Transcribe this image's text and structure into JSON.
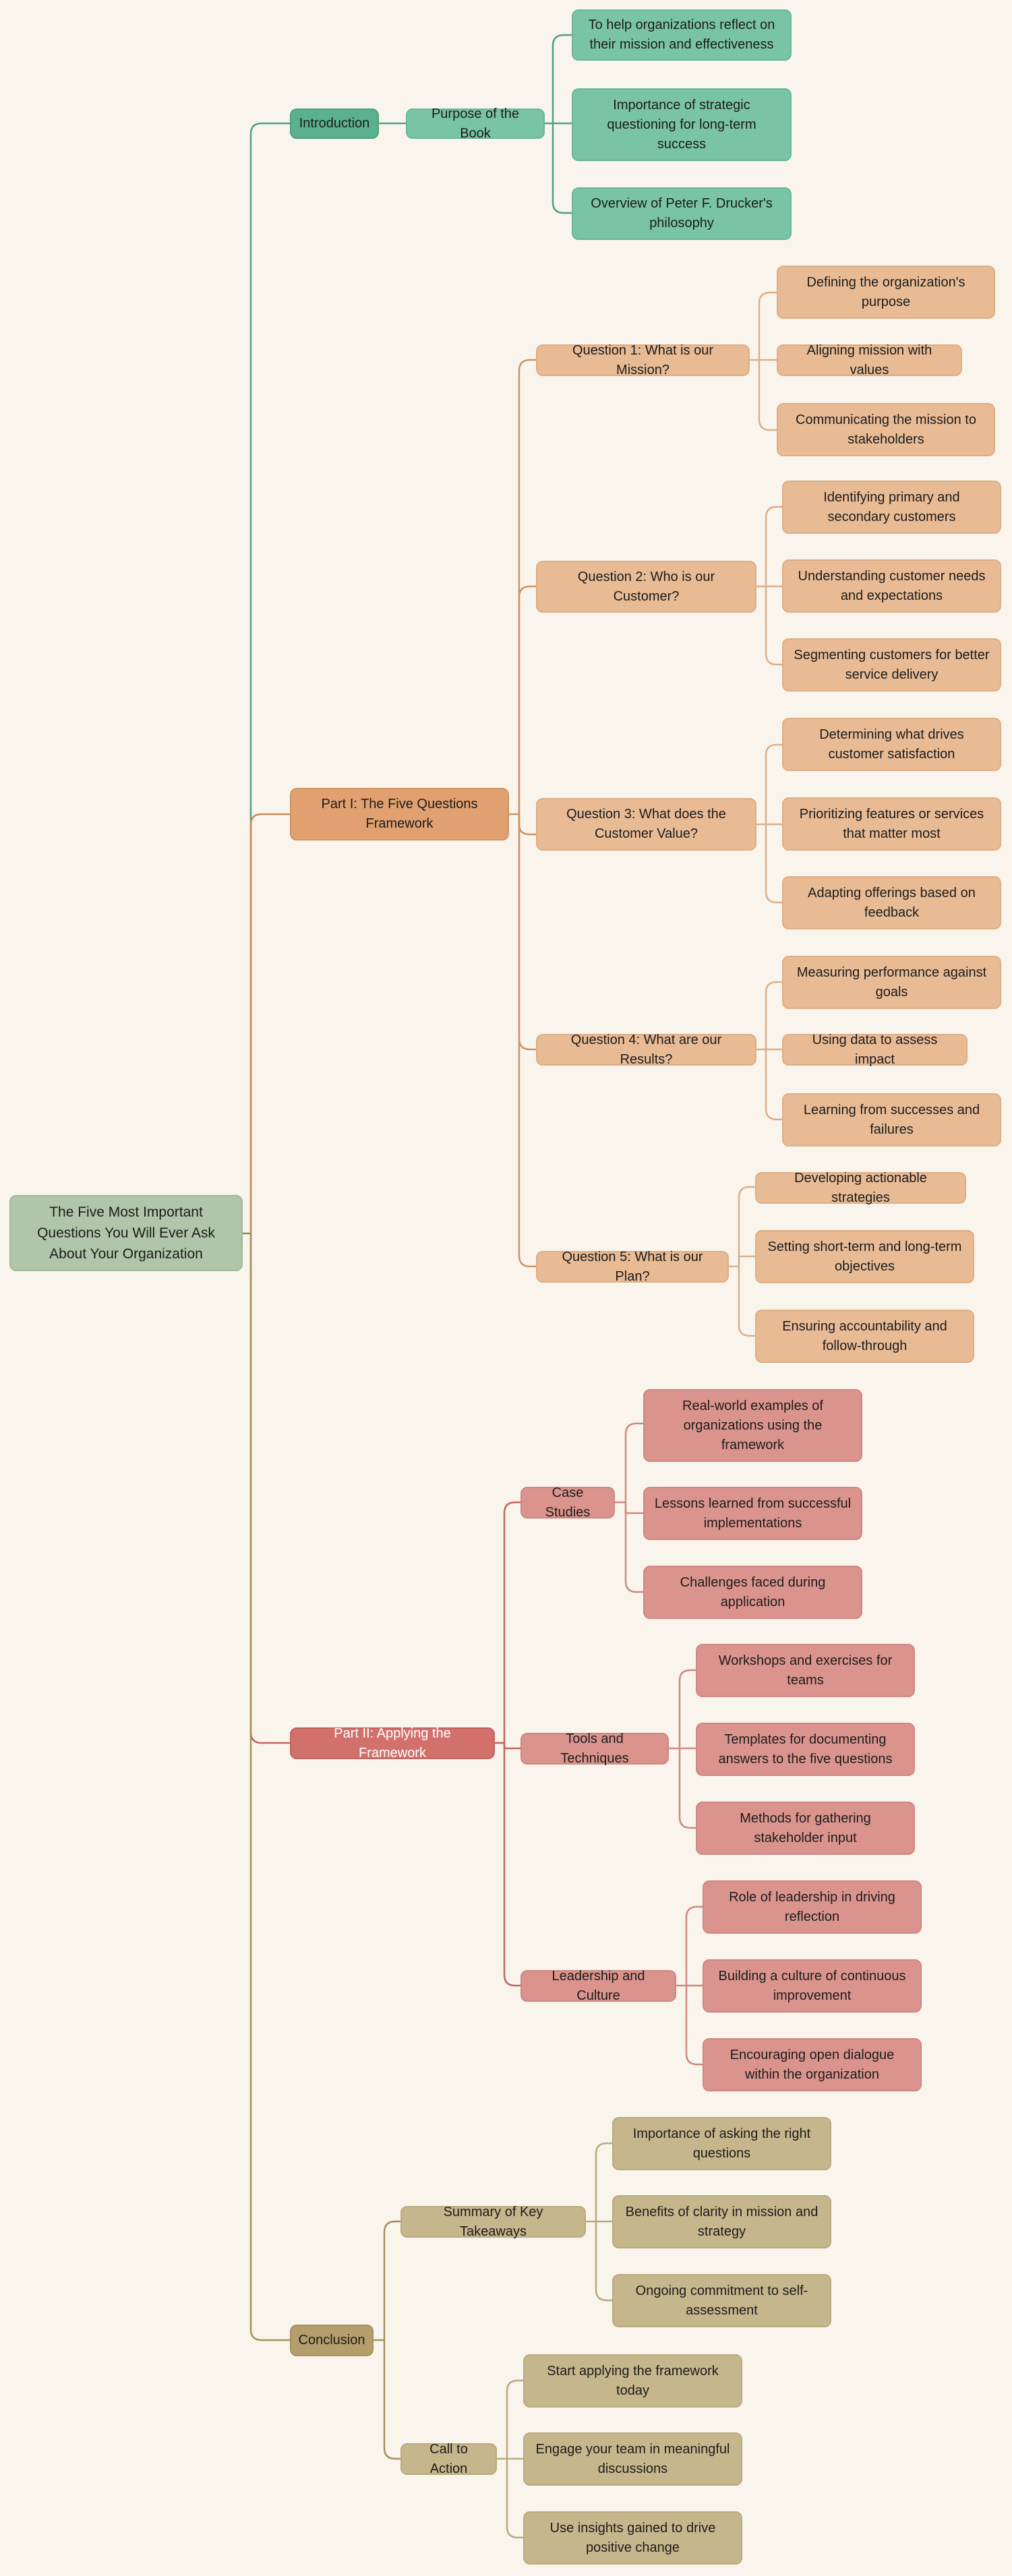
{
  "root": "The Five Most Important Questions You Will Ever Ask About Your Organization",
  "colors": {
    "introduction": "#5bb08f",
    "part1": "#e0a06f",
    "part2": "#d2716c",
    "conclusion": "#b49e6c",
    "root": "#b0c5a9"
  },
  "branches": [
    {
      "label": "Introduction",
      "children": [
        {
          "label": "Purpose of the Book",
          "children": [
            "To help organizations reflect on their mission and effectiveness",
            "Importance of strategic questioning for long-term success",
            "Overview of Peter F. Drucker's philosophy"
          ]
        }
      ]
    },
    {
      "label": "Part I: The Five Questions Framework",
      "children": [
        {
          "label": "Question 1: What is our Mission?",
          "children": [
            "Defining the organization's purpose",
            "Aligning mission with values",
            "Communicating the mission to stakeholders"
          ]
        },
        {
          "label": "Question 2: Who is our Customer?",
          "children": [
            "Identifying primary and secondary customers",
            "Understanding customer needs and expectations",
            "Segmenting customers for better service delivery"
          ]
        },
        {
          "label": "Question 3: What does the Customer Value?",
          "children": [
            "Determining what drives customer satisfaction",
            "Prioritizing features or services that matter most",
            "Adapting offerings based on feedback"
          ]
        },
        {
          "label": "Question 4: What are our Results?",
          "children": [
            "Measuring performance against goals",
            "Using data to assess impact",
            "Learning from successes and failures"
          ]
        },
        {
          "label": "Question 5: What is our Plan?",
          "children": [
            "Developing actionable strategies",
            "Setting short-term and long-term objectives",
            "Ensuring accountability and follow-through"
          ]
        }
      ]
    },
    {
      "label": "Part II: Applying the Framework",
      "children": [
        {
          "label": "Case Studies",
          "children": [
            "Real-world examples of organizations using the framework",
            "Lessons learned from successful implementations",
            "Challenges faced during application"
          ]
        },
        {
          "label": "Tools and Techniques",
          "children": [
            "Workshops and exercises for teams",
            "Templates for documenting answers to the five questions",
            "Methods for gathering stakeholder input"
          ]
        },
        {
          "label": "Leadership and Culture",
          "children": [
            "Role of leadership in driving reflection",
            "Building a culture of continuous improvement",
            "Encouraging open dialogue within the organization"
          ]
        }
      ]
    },
    {
      "label": "Conclusion",
      "children": [
        {
          "label": "Summary of Key Takeaways",
          "children": [
            "Importance of asking the right questions",
            "Benefits of clarity in mission and strategy",
            "Ongoing commitment to self-assessment"
          ]
        },
        {
          "label": "Call to Action",
          "children": [
            "Start applying the framework today",
            "Engage your team in meaningful discussions",
            "Use insights gained to drive positive change"
          ]
        }
      ]
    }
  ]
}
